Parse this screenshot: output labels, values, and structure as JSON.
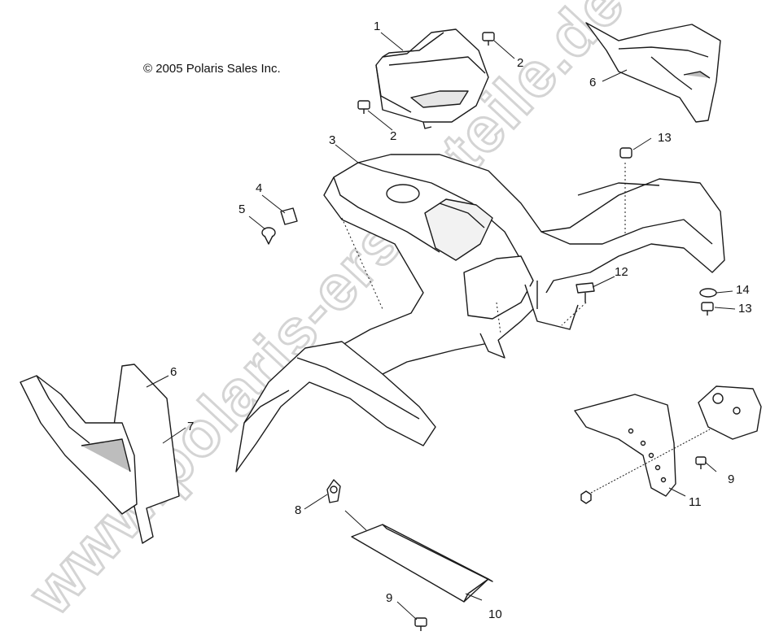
{
  "diagram": {
    "copyright": "© 2005 Polaris Sales Inc.",
    "watermark": "www.polaris-ersatzteile.de",
    "callouts": [
      {
        "id": "c1",
        "label": "1"
      },
      {
        "id": "c2a",
        "label": "2"
      },
      {
        "id": "c2b",
        "label": "2"
      },
      {
        "id": "c3",
        "label": "3"
      },
      {
        "id": "c4",
        "label": "4"
      },
      {
        "id": "c5",
        "label": "5"
      },
      {
        "id": "c6a",
        "label": "6"
      },
      {
        "id": "c6b",
        "label": "6"
      },
      {
        "id": "c7",
        "label": "7"
      },
      {
        "id": "c8",
        "label": "8"
      },
      {
        "id": "c9a",
        "label": "9"
      },
      {
        "id": "c9b",
        "label": "9"
      },
      {
        "id": "c10",
        "label": "10"
      },
      {
        "id": "c11",
        "label": "11"
      },
      {
        "id": "c12",
        "label": "12"
      },
      {
        "id": "c13a",
        "label": "13"
      },
      {
        "id": "c13b",
        "label": "13"
      },
      {
        "id": "c14",
        "label": "14"
      }
    ]
  },
  "colors": {
    "line": "#1a1a1a",
    "watermark": "#d4d4d4",
    "part_fill": "#ffffff",
    "shade": "#bdbdbd"
  }
}
